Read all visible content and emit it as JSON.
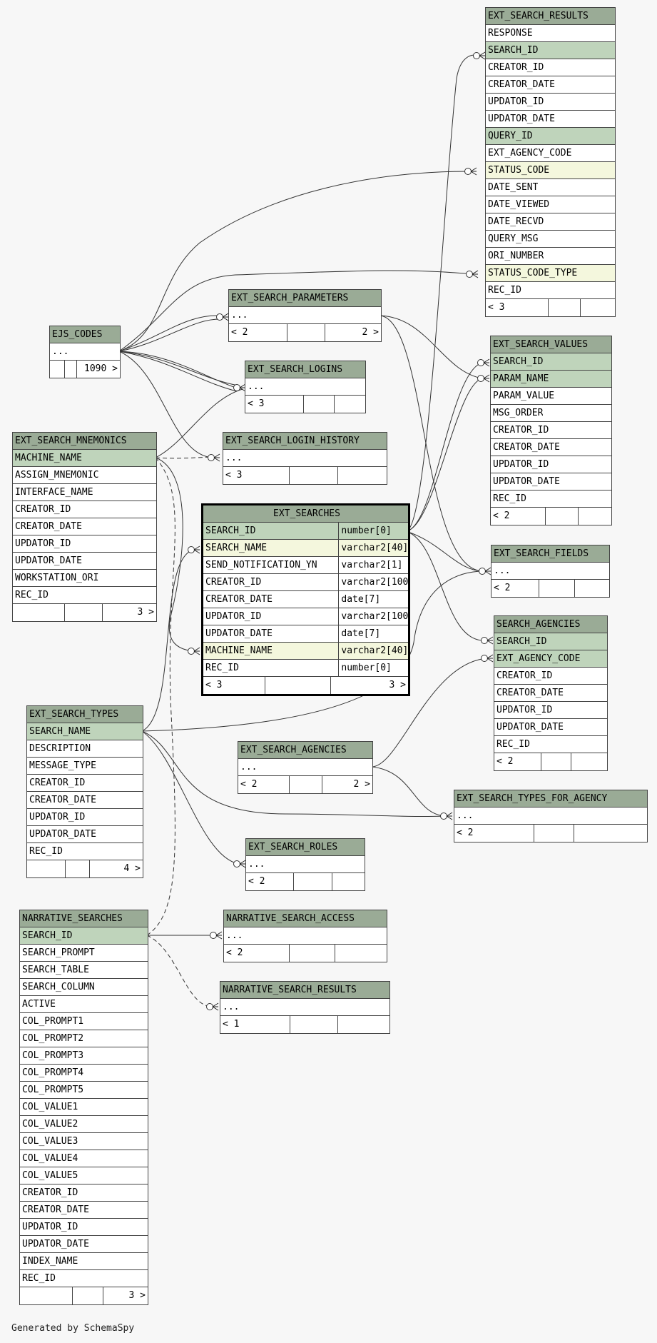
{
  "tables": {
    "ext_search_results": {
      "name": "EXT_SEARCH_RESULTS",
      "rows": [
        "RESPONSE",
        "SEARCH_ID",
        "CREATOR_ID",
        "CREATOR_DATE",
        "UPDATOR_ID",
        "UPDATOR_DATE",
        "QUERY_ID",
        "EXT_AGENCY_CODE",
        "STATUS_CODE",
        "DATE_SENT",
        "DATE_VIEWED",
        "DATE_RECVD",
        "QUERY_MSG",
        "ORI_NUMBER",
        "STATUS_CODE_TYPE",
        "REC_ID"
      ],
      "footer": [
        "< 3",
        "",
        ""
      ]
    },
    "ejs_codes": {
      "name": "EJS_CODES",
      "rows": [
        "..."
      ],
      "footer": [
        "",
        "",
        "1090 >"
      ]
    },
    "ext_search_parameters": {
      "name": "EXT_SEARCH_PARAMETERS",
      "rows": [
        "..."
      ],
      "footer": [
        "< 2",
        "",
        "2 >"
      ]
    },
    "ext_search_logins": {
      "name": "EXT_SEARCH_LOGINS",
      "rows": [
        "..."
      ],
      "footer": [
        "< 3",
        "",
        ""
      ]
    },
    "ext_search_login_history": {
      "name": "EXT_SEARCH_LOGIN_HISTORY",
      "rows": [
        "..."
      ],
      "footer": [
        "< 3",
        "",
        ""
      ]
    },
    "ext_search_mnemonics": {
      "name": "EXT_SEARCH_MNEMONICS",
      "rows": [
        "MACHINE_NAME",
        "ASSIGN_MNEMONIC",
        "INTERFACE_NAME",
        "CREATOR_ID",
        "CREATOR_DATE",
        "UPDATOR_ID",
        "UPDATOR_DATE",
        "WORKSTATION_ORI",
        "REC_ID"
      ],
      "footer": [
        "",
        "",
        "3 >"
      ]
    },
    "ext_search_values": {
      "name": "EXT_SEARCH_VALUES",
      "rows": [
        "SEARCH_ID",
        "PARAM_NAME",
        "PARAM_VALUE",
        "MSG_ORDER",
        "CREATOR_ID",
        "CREATOR_DATE",
        "UPDATOR_ID",
        "UPDATOR_DATE",
        "REC_ID"
      ],
      "footer": [
        "< 2",
        "",
        ""
      ]
    },
    "ext_searches": {
      "name": "EXT_SEARCHES",
      "rows": [
        {
          "col": "SEARCH_ID",
          "type": "number[0]"
        },
        {
          "col": "SEARCH_NAME",
          "type": "varchar2[40]"
        },
        {
          "col": "SEND_NOTIFICATION_YN",
          "type": "varchar2[1]"
        },
        {
          "col": "CREATOR_ID",
          "type": "varchar2[100]"
        },
        {
          "col": "CREATOR_DATE",
          "type": "date[7]"
        },
        {
          "col": "UPDATOR_ID",
          "type": "varchar2[100]"
        },
        {
          "col": "UPDATOR_DATE",
          "type": "date[7]"
        },
        {
          "col": "MACHINE_NAME",
          "type": "varchar2[40]"
        },
        {
          "col": "REC_ID",
          "type": "number[0]"
        }
      ],
      "footer": [
        "< 3",
        "",
        "3 >"
      ]
    },
    "ext_search_fields": {
      "name": "EXT_SEARCH_FIELDS",
      "rows": [
        "..."
      ],
      "footer": [
        "< 2",
        "",
        ""
      ]
    },
    "search_agencies": {
      "name": "SEARCH_AGENCIES",
      "rows": [
        "SEARCH_ID",
        "EXT_AGENCY_CODE",
        "CREATOR_ID",
        "CREATOR_DATE",
        "UPDATOR_ID",
        "UPDATOR_DATE",
        "REC_ID"
      ],
      "footer": [
        "< 2",
        "",
        ""
      ]
    },
    "ext_search_types": {
      "name": "EXT_SEARCH_TYPES",
      "rows": [
        "SEARCH_NAME",
        "DESCRIPTION",
        "MESSAGE_TYPE",
        "CREATOR_ID",
        "CREATOR_DATE",
        "UPDATOR_ID",
        "UPDATOR_DATE",
        "REC_ID"
      ],
      "footer": [
        "",
        "",
        "4 >"
      ]
    },
    "ext_search_agencies": {
      "name": "EXT_SEARCH_AGENCIES",
      "rows": [
        "..."
      ],
      "footer": [
        "< 2",
        "",
        "2 >"
      ]
    },
    "ext_search_types_for_agency": {
      "name": "EXT_SEARCH_TYPES_FOR_AGENCY",
      "rows": [
        "..."
      ],
      "footer": [
        "< 2",
        "",
        ""
      ]
    },
    "ext_search_roles": {
      "name": "EXT_SEARCH_ROLES",
      "rows": [
        "..."
      ],
      "footer": [
        "< 2",
        "",
        ""
      ]
    },
    "narrative_searches": {
      "name": "NARRATIVE_SEARCHES",
      "rows": [
        "SEARCH_ID",
        "SEARCH_PROMPT",
        "SEARCH_TABLE",
        "SEARCH_COLUMN",
        "ACTIVE",
        "COL_PROMPT1",
        "COL_PROMPT2",
        "COL_PROMPT3",
        "COL_PROMPT4",
        "COL_PROMPT5",
        "COL_VALUE1",
        "COL_VALUE2",
        "COL_VALUE3",
        "COL_VALUE4",
        "COL_VALUE5",
        "CREATOR_ID",
        "CREATOR_DATE",
        "UPDATOR_ID",
        "UPDATOR_DATE",
        "INDEX_NAME",
        "REC_ID"
      ],
      "footer": [
        "",
        "",
        "3 >"
      ]
    },
    "narrative_search_access": {
      "name": "NARRATIVE_SEARCH_ACCESS",
      "rows": [
        "..."
      ],
      "footer": [
        "< 2",
        "",
        ""
      ]
    },
    "narrative_search_results": {
      "name": "NARRATIVE_SEARCH_RESULTS",
      "rows": [
        "..."
      ],
      "footer": [
        "< 1",
        "",
        ""
      ]
    }
  },
  "credit": "Generated by SchemaSpy"
}
